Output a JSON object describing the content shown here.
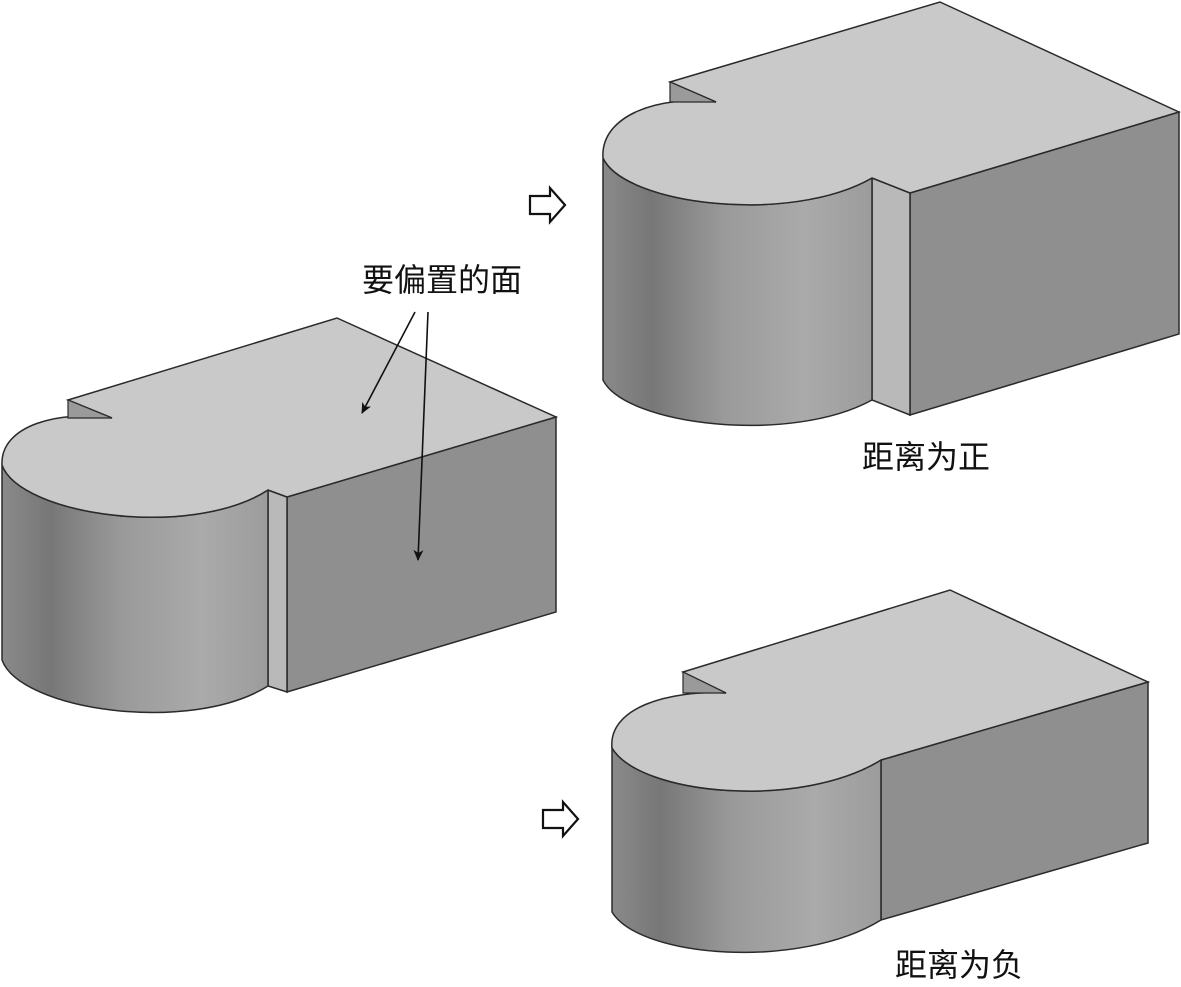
{
  "annotation": {
    "label": "要偏置的面"
  },
  "results": {
    "positive_label": "距离为正",
    "negative_label": "距离为负"
  },
  "colors": {
    "top_face": "#c8c8c8",
    "right_face": "#8e8e8e",
    "front_face": "#9a9a9a",
    "cylinder_dark": "#7a7a7a",
    "cylinder_light": "#a6a6a6",
    "step_face": "#bdbdbd",
    "outline": "#2a2a2a"
  },
  "icons": {
    "transform_arrow": "hollow-right-arrow"
  }
}
